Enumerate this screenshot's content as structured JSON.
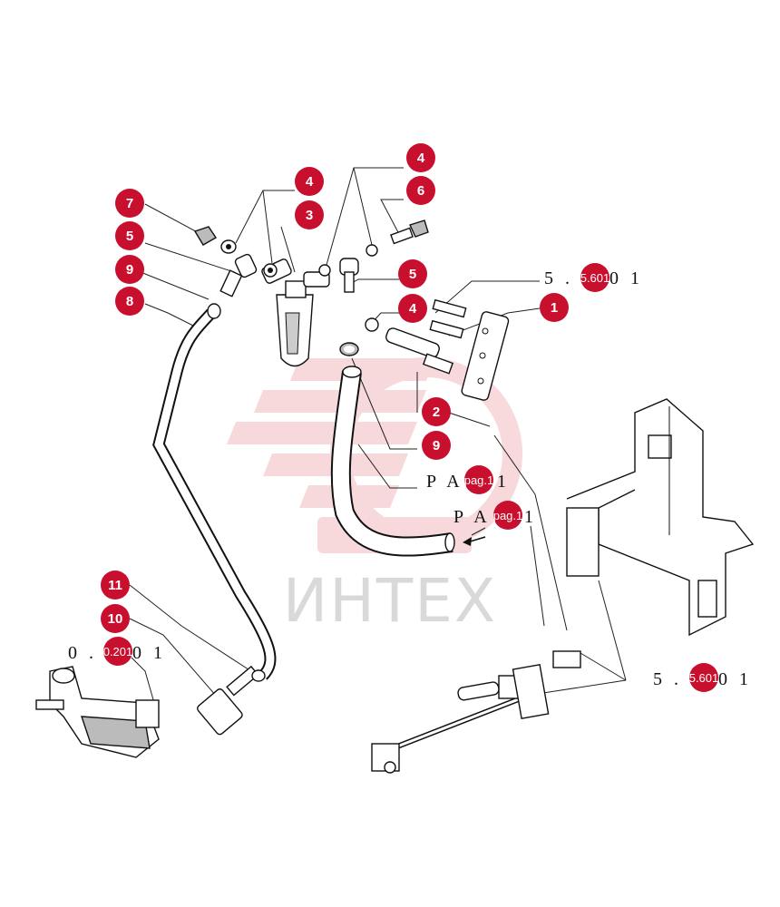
{
  "watermark": {
    "text": "ИНТЕХ",
    "color": "#f2b9bf"
  },
  "accent": "#c8102e",
  "callouts": [
    {
      "label": "7"
    },
    {
      "label": "5"
    },
    {
      "label": "9"
    },
    {
      "label": "8"
    },
    {
      "label": "4"
    },
    {
      "label": "3"
    },
    {
      "label": "4"
    },
    {
      "label": "6"
    },
    {
      "label": "5"
    },
    {
      "label": "4"
    },
    {
      "label": "1"
    },
    {
      "label": "2"
    },
    {
      "label": "9"
    },
    {
      "label": "11"
    },
    {
      "label": "10"
    }
  ],
  "refs": [
    {
      "prefix": "5 . ",
      "badge": "5.601",
      "suffix": "0 1"
    },
    {
      "prefix": "P A ",
      "badge": "pag.1",
      "suffix": " 1"
    },
    {
      "prefix": "P A ",
      "badge": "pag.1",
      "suffix": " 1"
    },
    {
      "prefix": "0 . ",
      "badge": "0.201",
      "suffix": "0 1"
    },
    {
      "prefix": "5 . ",
      "badge": "5.601",
      "suffix": "0 1"
    }
  ]
}
